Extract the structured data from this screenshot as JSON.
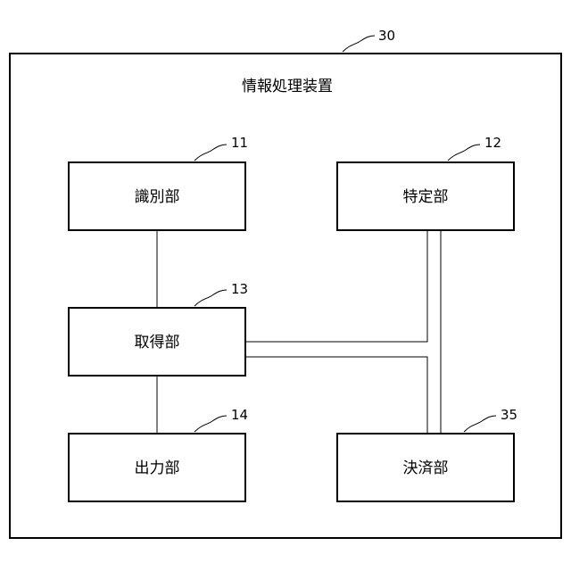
{
  "diagram": {
    "device": {
      "ref": "30",
      "title": "情報処理装置"
    },
    "blocks": {
      "identification": {
        "ref": "11",
        "label": "識別部"
      },
      "specification": {
        "ref": "12",
        "label": "特定部"
      },
      "acquisition": {
        "ref": "13",
        "label": "取得部"
      },
      "output": {
        "ref": "14",
        "label": "出力部"
      },
      "settlement": {
        "ref": "35",
        "label": "決済部"
      }
    }
  }
}
